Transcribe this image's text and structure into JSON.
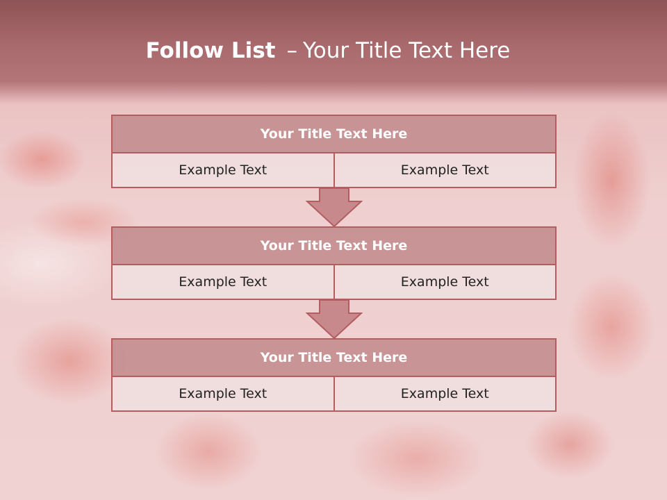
{
  "slide": {
    "title_bold": "Follow List",
    "title_dash": "–",
    "title_rest": "Your Title Text Here",
    "accent_color": "#b35d61",
    "header_color": "#a96a6d"
  },
  "blocks": [
    {
      "title": "Your Title Text Here",
      "left": "Example Text",
      "right": "Example Text"
    },
    {
      "title": "Your Title Text Here",
      "left": "Example Text",
      "right": "Example Text"
    },
    {
      "title": "Your Title Text Here",
      "left": "Example Text",
      "right": "Example Text"
    }
  ]
}
